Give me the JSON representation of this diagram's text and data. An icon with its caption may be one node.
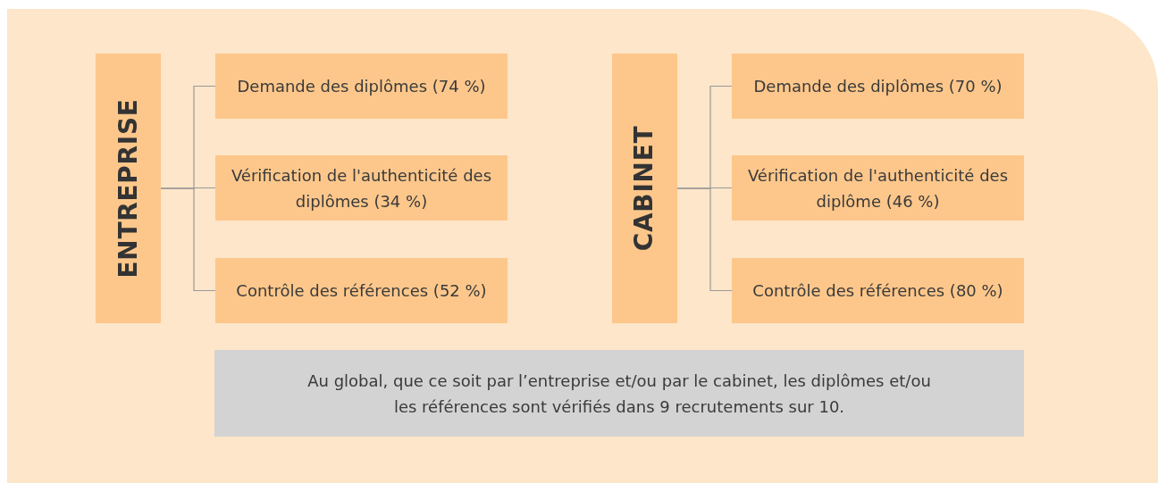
{
  "diagram": {
    "nodes": [
      {
        "text": [
          "ENTREPRISE"
        ]
      },
      {
        "text": [
          "Demande des diplômes (74 %)"
        ]
      },
      {
        "text": [
          "Vérification de l'authenticité des diplômes (34 %)"
        ]
      },
      {
        "text": [
          "Contrôle des références (52 %)"
        ]
      },
      {
        "text": [
          "CABINET"
        ]
      },
      {
        "text": [
          "Demande des diplômes (70 %)"
        ]
      },
      {
        "text": [
          "Vérification de l'authenticité des diplôme (46 %)"
        ]
      },
      {
        "text": [
          "Contrôle des références (80 %)"
        ]
      },
      {
        "text": [
          "Au global, que ce soit par l’entreprise et/ou par le cabinet, les diplômes et/ou les références sont vérifiés dans 9 recrutements sur 10."
        ]
      }
    ],
    "edges": [
      {
        "from": 0,
        "to": 1,
        "arrow": "none"
      },
      {
        "from": 0,
        "to": 2,
        "arrow": "none"
      },
      {
        "from": 0,
        "to": 3,
        "arrow": "none"
      },
      {
        "from": 4,
        "to": 5,
        "arrow": "none"
      },
      {
        "from": 4,
        "to": 6,
        "arrow": "none"
      },
      {
        "from": 4,
        "to": 7,
        "arrow": "none"
      }
    ]
  }
}
